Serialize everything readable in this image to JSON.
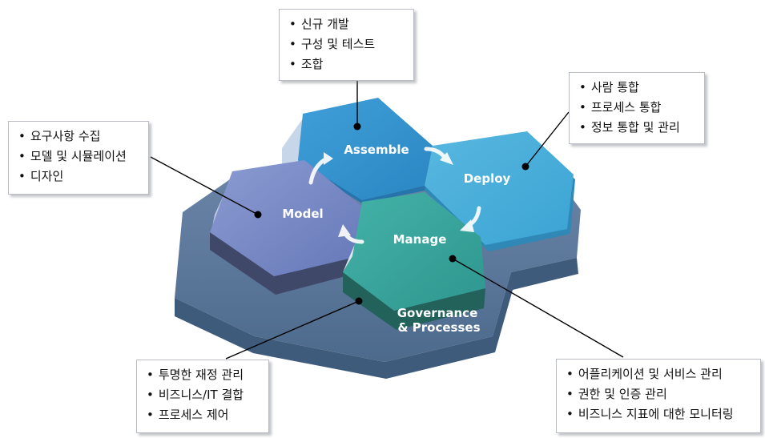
{
  "hexagons": {
    "assemble": "Assemble",
    "deploy": "Deploy",
    "model": "Model",
    "manage": "Manage",
    "governance_line1": "Governance",
    "governance_line2": "& Processes"
  },
  "callouts": {
    "assemble": [
      "신규 개발",
      "구성 및 테스트",
      "조합"
    ],
    "deploy": [
      "사람 통합",
      "프로세스 통합",
      "정보 통합 및 관리"
    ],
    "model": [
      "요구사항 수집",
      "모델 및 시뮬레이션",
      "디자인"
    ],
    "governance": [
      "투명한 재정 관리",
      "비즈니스/IT 결합",
      "프로세스 제어"
    ],
    "manage": [
      "어플리케이션 및 서비스 관리",
      "권한 및 인증 관리",
      "비즈니스 지표에 대한 모니터링"
    ]
  },
  "colors": {
    "assemble": "#3a9bd2",
    "deploy": "#45aed8",
    "model": "#7b8ec8",
    "manage": "#3aa49c",
    "governance": "#5a7390"
  }
}
